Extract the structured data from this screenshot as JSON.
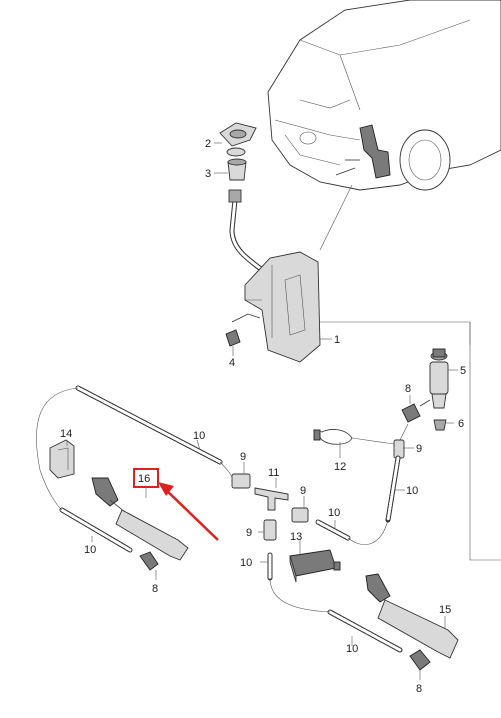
{
  "colors": {
    "highlight": "#e0201f",
    "line": "#333333",
    "part_fill": "#d9d9d9"
  },
  "labels": {
    "p1": "1",
    "p2": "2",
    "p3": "3",
    "p4": "4",
    "p5": "5",
    "p6": "6",
    "p8a": "8",
    "p8b": "8",
    "p8c": "8",
    "p9a": "9",
    "p9b": "9",
    "p9c": "9",
    "p9d": "9",
    "p10a": "10",
    "p10b": "10",
    "p10c": "10",
    "p10d": "10",
    "p10e": "10",
    "p10f": "10",
    "p11": "11",
    "p12": "12",
    "p13": "13",
    "p14": "14",
    "p15": "15",
    "p16": "16"
  }
}
